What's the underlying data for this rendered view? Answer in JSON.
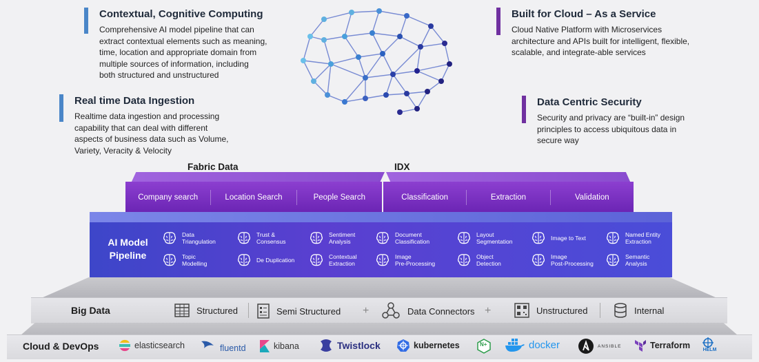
{
  "features": [
    {
      "title": "Contextual, Cognitive Computing",
      "desc": [
        "Comprehensive AI model pipeline that can",
        "extract contextual elements such as meaning,",
        "time, location and appropriate domain from",
        "multiple sources of information, including",
        "both structured and unstructured"
      ],
      "color": "#4a86c8"
    },
    {
      "title": "Real time Data Ingestion",
      "desc": [
        "Realtime data ingestion and processing",
        "capability that can deal with different",
        "aspects of business data such as Volume,",
        "Variety, Veracity & Velocity"
      ],
      "color": "#4a86c8"
    },
    {
      "title": "Built for Cloud – As a Service",
      "desc": [
        "Cloud Native Platform with Microservices",
        "architecture and APIs built for intelligent, flexible,",
        "scalable, and integrate-able services"
      ],
      "color": "#7030a0"
    },
    {
      "title": "Data Centric Security",
      "desc": [
        "Security and privacy are “built-in” design",
        "principles to access ubiquitous data in",
        "secure way"
      ],
      "color": "#7030a0"
    }
  ],
  "fabric": {
    "label": "Fabric Data",
    "items": [
      "Company search",
      "Location Search",
      "People Search"
    ]
  },
  "idx": {
    "label": "IDX",
    "items": [
      "Classification",
      "Extraction",
      "Validation"
    ]
  },
  "pipeline": {
    "title": [
      "AI Model",
      "Pipeline"
    ],
    "items": [
      [
        "Data",
        "Triangulation"
      ],
      [
        "Trust &",
        "Consensus"
      ],
      [
        "Sentiment",
        "Analysis"
      ],
      [
        "Document",
        "Classification"
      ],
      [
        "Layout",
        "Segmentation"
      ],
      [
        "Image to Text",
        ""
      ],
      [
        "Named Entity",
        "Extraction"
      ],
      [
        "Topic",
        "Modelling"
      ],
      [
        "De Duplication",
        ""
      ],
      [
        "Contextual",
        "Extraction"
      ],
      [
        "Image",
        "Pre-Processing"
      ],
      [
        "Object",
        "Detection"
      ],
      [
        "Image",
        "Post-Processing"
      ],
      [
        "Semantic",
        "Analysis"
      ]
    ]
  },
  "bigdata": {
    "label": "Big Data",
    "items": [
      "Structured",
      "Semi Structured",
      "Data Connectors",
      "Unstructured",
      "Internal"
    ],
    "plus": "+"
  },
  "cloud": {
    "label": "Cloud & DevOps",
    "logos": [
      "elasticsearch",
      "fluentd",
      "kibana",
      "Twistlock",
      "kubernetes",
      "N+",
      "docker",
      "ANSIBLE",
      "Terraform",
      "HELM"
    ]
  }
}
